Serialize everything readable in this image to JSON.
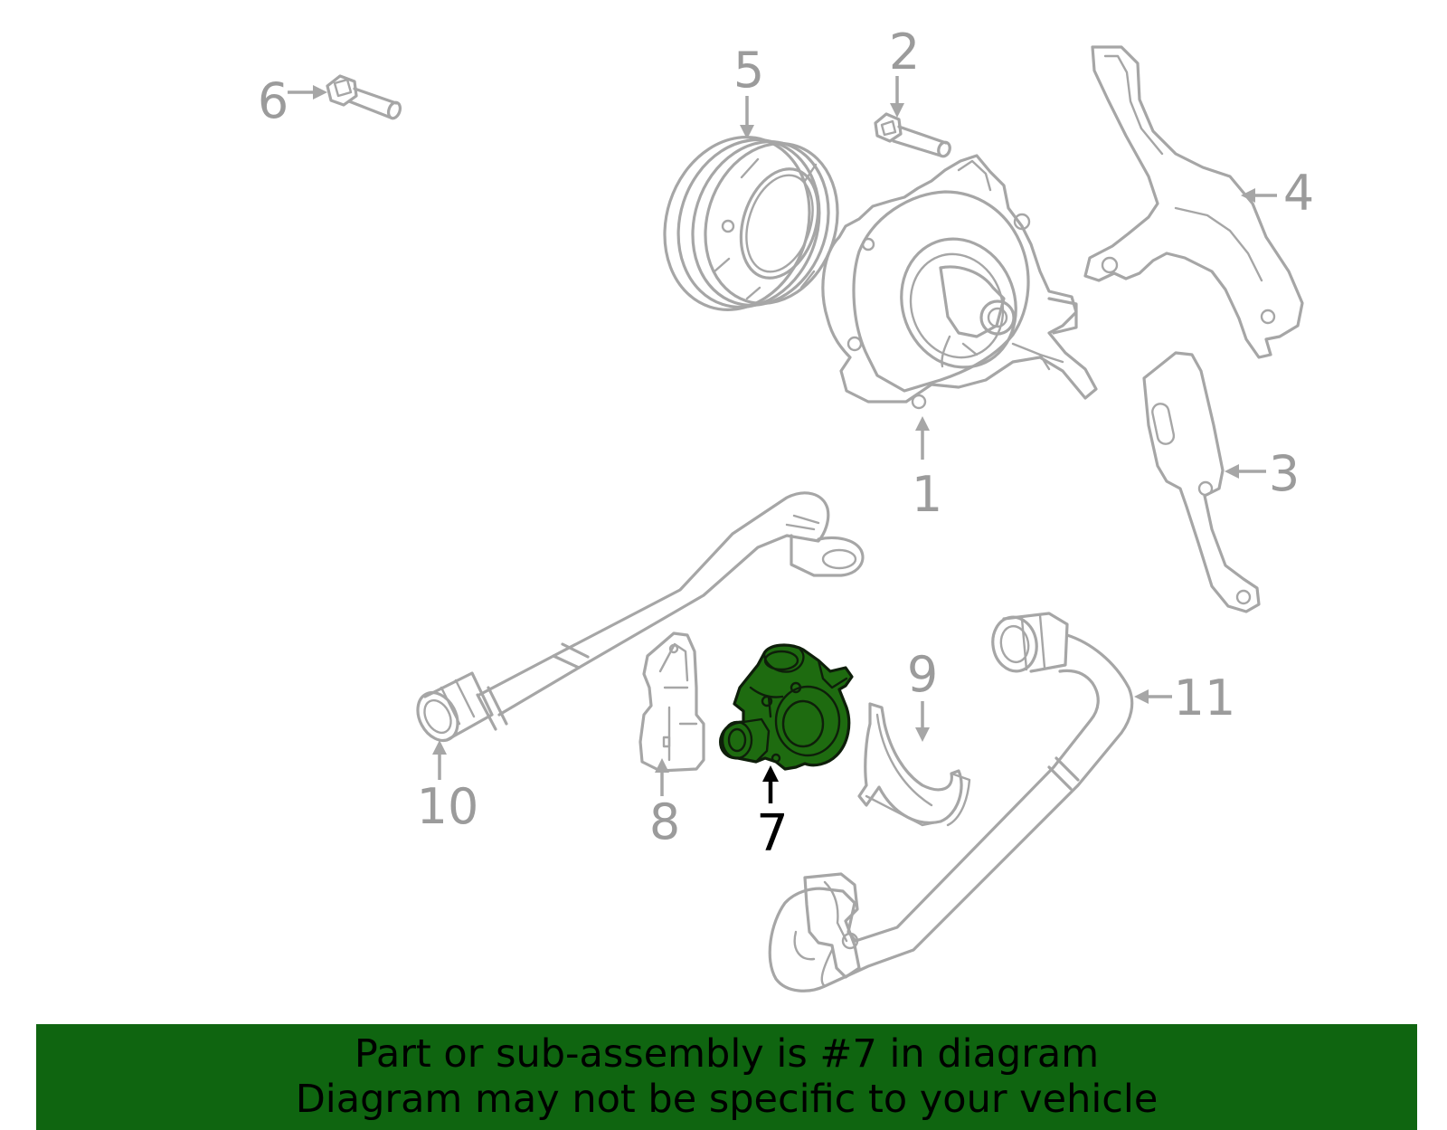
{
  "callouts": [
    {
      "id": "1",
      "label": "1"
    },
    {
      "id": "2",
      "label": "2"
    },
    {
      "id": "3",
      "label": "3"
    },
    {
      "id": "4",
      "label": "4"
    },
    {
      "id": "5",
      "label": "5"
    },
    {
      "id": "6",
      "label": "6"
    },
    {
      "id": "7",
      "label": "7"
    },
    {
      "id": "8",
      "label": "8"
    },
    {
      "id": "9",
      "label": "9"
    },
    {
      "id": "10",
      "label": "10"
    },
    {
      "id": "11",
      "label": "11"
    }
  ],
  "highlighted_part": "7",
  "banner": {
    "line1": "Part or sub-assembly is #7 in diagram",
    "line2": "Diagram may not be specific to your vehicle"
  },
  "colors": {
    "banner_bg": "#0f6510",
    "highlight_fill": "#1e6b10",
    "part_stroke": "#a6a6a6",
    "callout_text": "#9b9b9b"
  }
}
